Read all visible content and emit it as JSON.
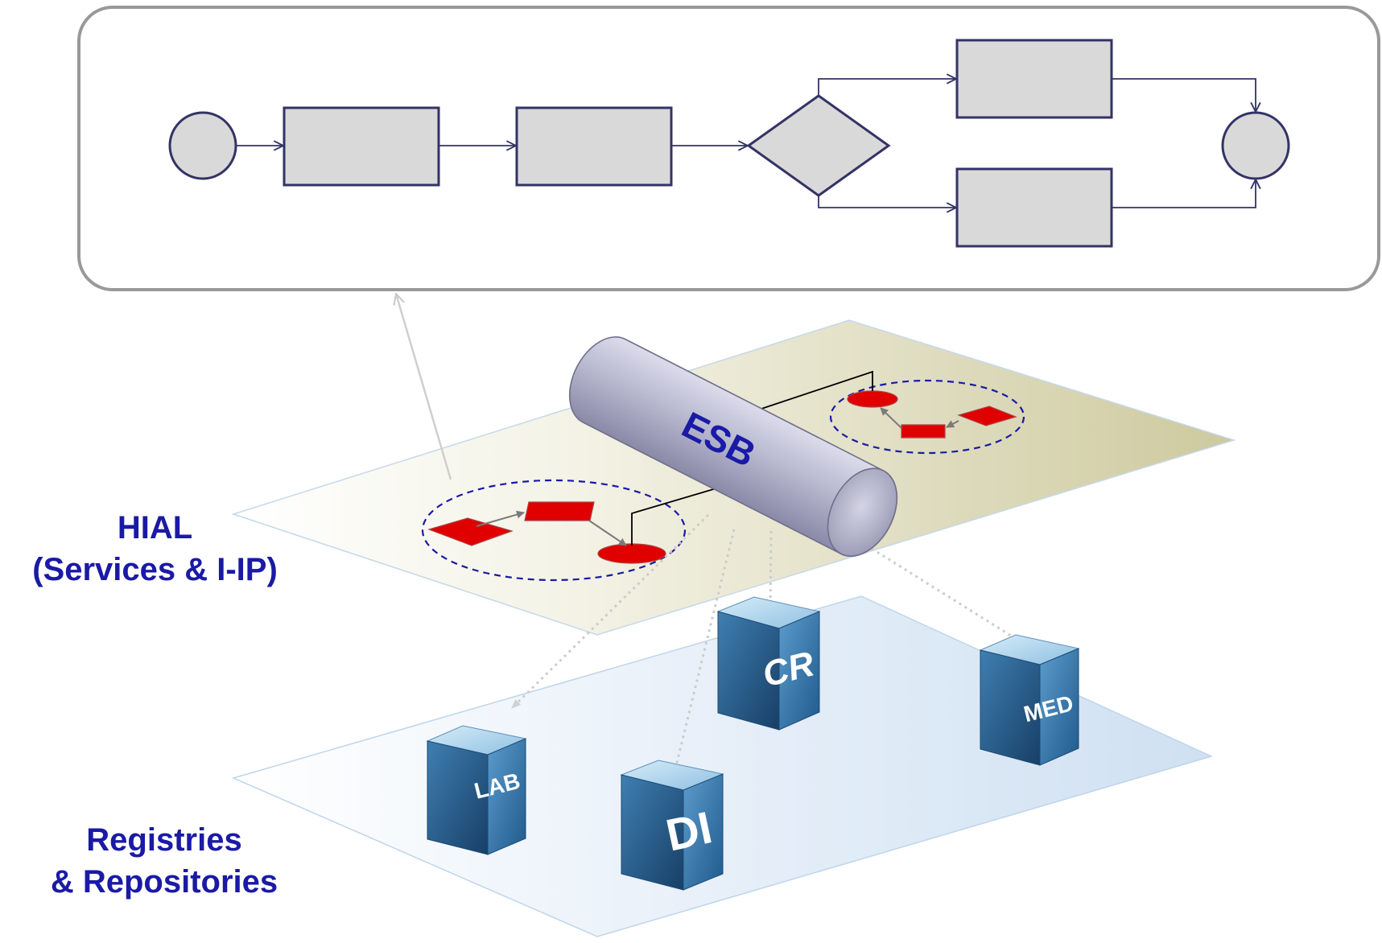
{
  "layers": {
    "hial": {
      "line1": "HIAL",
      "line2": "(Services & I-IP)"
    },
    "registries": {
      "line1": "Registries",
      "line2": "& Repositories"
    }
  },
  "esb": {
    "label": "ESB"
  },
  "repositories": [
    {
      "label": "CR"
    },
    {
      "label": "MED"
    },
    {
      "label": "LAB"
    },
    {
      "label": "DI"
    }
  ],
  "colors": {
    "label_blue": "#1a1aa6",
    "process_fill": "#d9d9d9",
    "process_stroke": "#333366",
    "service_red": "#e00000",
    "plane_top": "#cfcca0",
    "plane_bottom": "#cfe0f2",
    "cylinder": "#b7b7cf",
    "repo_blue": "#3a77a8"
  }
}
